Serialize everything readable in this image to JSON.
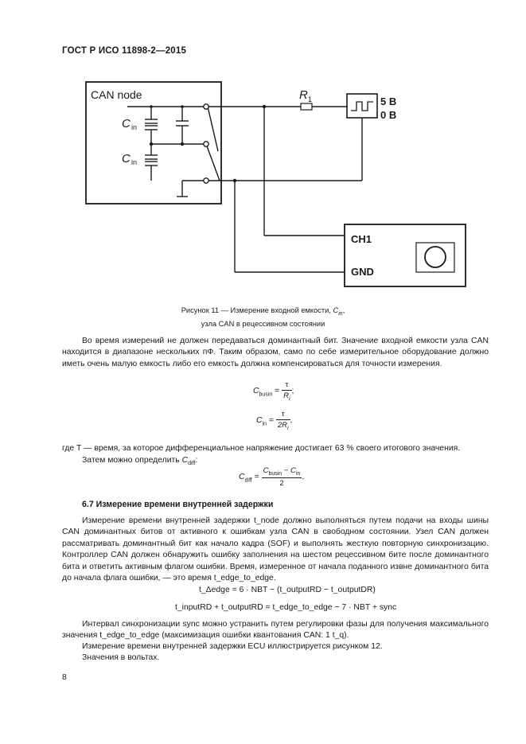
{
  "header": {
    "title": "ГОСТ Р ИСО 11898-2—2015"
  },
  "figure": {
    "labels": {
      "can_node": "CAN node",
      "r1": "R",
      "r1_sub": "1",
      "cin": "C",
      "cin_sub": "in",
      "v5": "5 В",
      "v0": "0 В",
      "ch1": "CH1",
      "gnd": "GND"
    },
    "caption_line1": "Рисунок 11 — Измерение входной емкости, ",
    "caption_sym": "C",
    "caption_sub": "in",
    "caption_comma": ",",
    "caption_line2": "узла CAN в рецессивном состоянии"
  },
  "body": {
    "p1": "Во время измерений не должен передаваться доминантный бит. Значение входной емкости узла CAN находится в диапазоне нескольких пФ. Таким образом, само по себе измерительное оборудование должно иметь очень малую емкость либо его емкость должна компенсироваться для точности измерения.",
    "f1": {
      "lhs": "C",
      "lhs_sub": "busin",
      "eq": " = ",
      "num": "τ",
      "den": "R",
      "den_sub": "i",
      "tail": ";"
    },
    "f2": {
      "lhs": "C",
      "lhs_sub": "in",
      "eq": " = ",
      "num": "τ",
      "den": "2R",
      "den_sub": "i",
      "tail": ","
    },
    "where": "где T — время, за которое дифференциальное напряжение достигает 63 % своего итогового значения.",
    "then_a": "Затем можно определить ",
    "then_sym": "C",
    "then_sub": "diff",
    "then_b": ":",
    "f3": {
      "lhs": "C",
      "lhs_sub": "diff",
      "eq": " = ",
      "num_a": "C",
      "num_a_sub": "busin",
      "num_op": " − ",
      "num_b": "C",
      "num_b_sub": "in",
      "den": "2",
      "tail": "."
    },
    "section": "6.7  Измерение времени внутренней задержки",
    "p2": "Измерение времени внутренней задержки t_node должно выполняться путем подачи на входы шины CAN доминантных битов от активного к ошибкам узла CAN в свободном состоянии. Узел CAN должен рассматривать доминантный бит как начало кадра (SOF) и выполнять жесткую повторную синхронизацию. Контроллер CAN должен обнаружить ошибку заполнения на шестом рецессивном бите после доминантного бита и ответить активным флагом ошибки. Время, измеренное от начала поданного извне доминантного бита до начала флага ошибки, — это время t_edge_to_edge.",
    "f4": "t_Δedge = 6 · NBT − (t_outputRD − t_outputDR)",
    "f5": "t_inputRD + t_outputRD = t_edge_to_edge − 7 · NBT + sync",
    "p3": "Интервал синхронизации sync можно устранить путем регулировки фазы для получения максимального значения t_edge_to_edge (максимизация ошибки квантования CAN: 1 t_q).",
    "p4": "Измерение времени внутренней задержки ECU иллюстрируется рисунком 12.",
    "p5": "Значения в вольтах."
  },
  "footer": {
    "page": "8"
  }
}
